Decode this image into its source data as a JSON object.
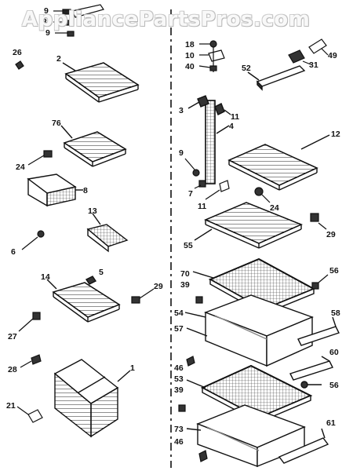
{
  "watermark": "AppliancePartsPros.com",
  "callouts": {
    "c9a": "9",
    "c30": "30",
    "c9b": "9",
    "c26": "26",
    "c2": "2",
    "c76": "76",
    "c24a": "24",
    "c8": "8",
    "c13": "13",
    "c6": "6",
    "c14": "14",
    "c5": "5",
    "c29a": "29",
    "c27": "27",
    "c28": "28",
    "c1": "1",
    "c21": "21",
    "c18": "18",
    "c10": "10",
    "c40": "40",
    "c52": "52",
    "c31": "31",
    "c49": "49",
    "c3": "3",
    "c11a": "11",
    "c4": "4",
    "c12": "12",
    "c9c": "9",
    "c7": "7",
    "c11b": "11",
    "c24b": "24",
    "c55": "55",
    "c29b": "29",
    "c70": "70",
    "c56a": "56",
    "c39a": "39",
    "c54": "54",
    "c58": "58",
    "c57": "57",
    "c46a": "46",
    "c53": "53",
    "c60": "60",
    "c56b": "56",
    "c39b": "39",
    "c73": "73",
    "c61": "61",
    "c46b": "46"
  }
}
